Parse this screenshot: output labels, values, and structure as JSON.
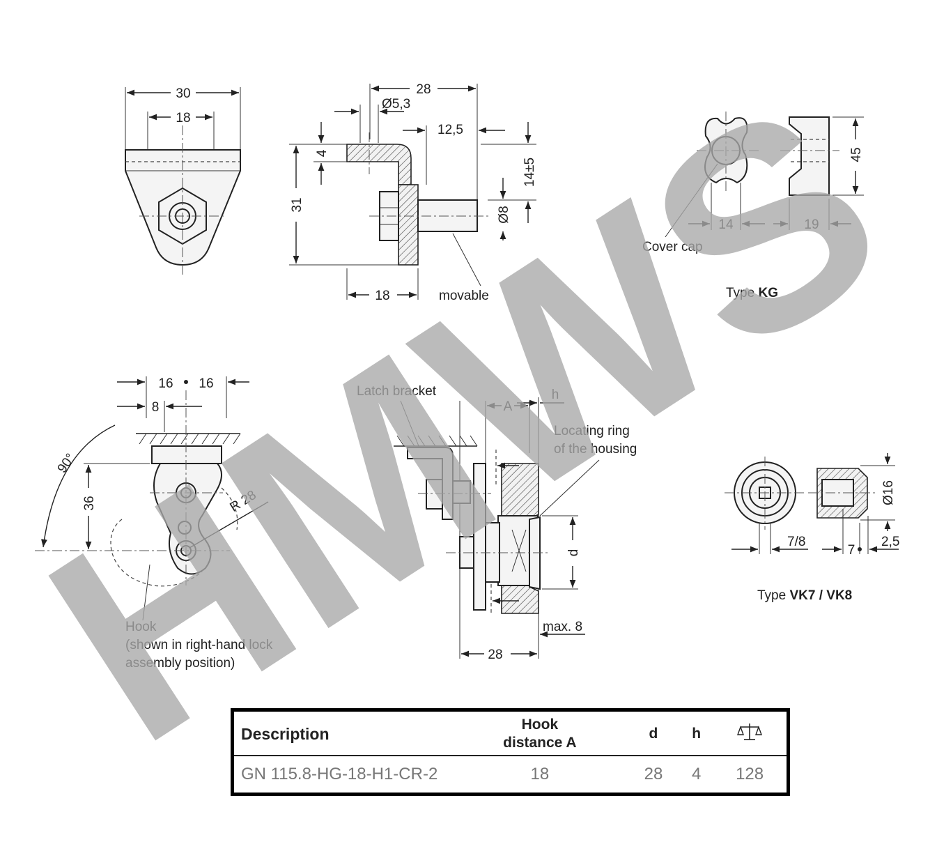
{
  "views": {
    "front": {
      "dim_width": "30",
      "dim_hole_spacing": "18"
    },
    "side": {
      "dim_width": "28",
      "dim_hole": "Ø5,3",
      "dim_offset": "12,5",
      "dim_thickness": "4",
      "dim_height": "31",
      "dim_range": "14±5",
      "dim_bolt": "Ø8",
      "dim_base": "18",
      "label_movable": "movable"
    },
    "type_kg": {
      "dim_height": "45",
      "dim_width": "14",
      "dim_depth": "19",
      "label_cover_cap": "Cover cap",
      "type_prefix": "Type ",
      "type_name": "KG"
    },
    "hook_view": {
      "dim_left": "16",
      "dim_right": "16",
      "dim_offset": "8",
      "dim_height": "36",
      "dim_radius": "R 28",
      "dim_angle": "90°",
      "label_hook_1": "Hook",
      "label_hook_2": "(shown in right-hand lock",
      "label_hook_3": "assembly position)"
    },
    "assembly": {
      "label_latch_bracket": "Latch bracket",
      "dim_a": "A",
      "dim_h": "h",
      "label_ring_1": "Locating ring",
      "label_ring_2": "of the housing",
      "dim_d": "d",
      "dim_max": "max. 8",
      "dim_depth": "28"
    },
    "type_vk": {
      "dim_diameter": "Ø16",
      "dim_78": "7/8",
      "dim_7": "7",
      "dim_25": "2,5",
      "type_prefix": "Type ",
      "type_name": "VK7 / VK8"
    }
  },
  "watermark": "HMWS",
  "table": {
    "headers": {
      "description": "Description",
      "hook_1": "Hook",
      "hook_2": "distance A",
      "d": "d",
      "h": "h",
      "weight_icon": "scale-icon"
    },
    "rows": [
      {
        "description": "GN 115.8-HG-18-H1-CR-2",
        "hook_distance": "18",
        "d": "28",
        "h": "4",
        "weight": "128"
      }
    ]
  }
}
